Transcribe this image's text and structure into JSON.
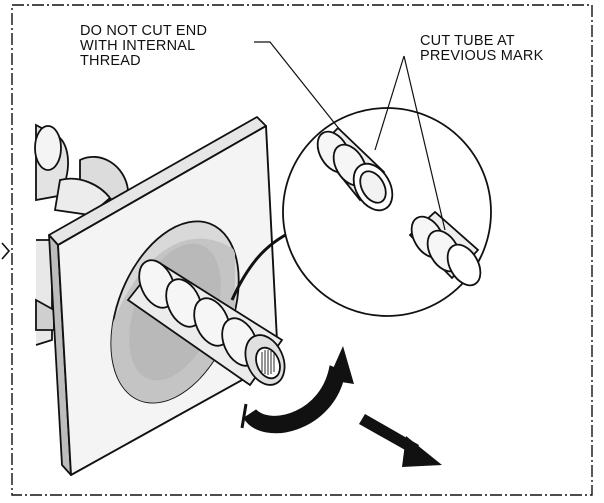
{
  "callouts": {
    "left": {
      "line1": "DO NOT CUT END",
      "line2": "WITH INTERNAL",
      "line3": "THREAD"
    },
    "right": {
      "line1": "CUT TUBE AT",
      "line2": "PREVIOUS MARK"
    }
  },
  "colors": {
    "ink": "#111111",
    "paper": "#ffffff",
    "light_shade": "#efefef",
    "mid_shade": "#cfcfcf",
    "dark_shade": "#9a9a9a"
  },
  "icons": [
    "rotate-arrow-icon",
    "pull-arrow-icon",
    "pointer-arrow-icon"
  ]
}
